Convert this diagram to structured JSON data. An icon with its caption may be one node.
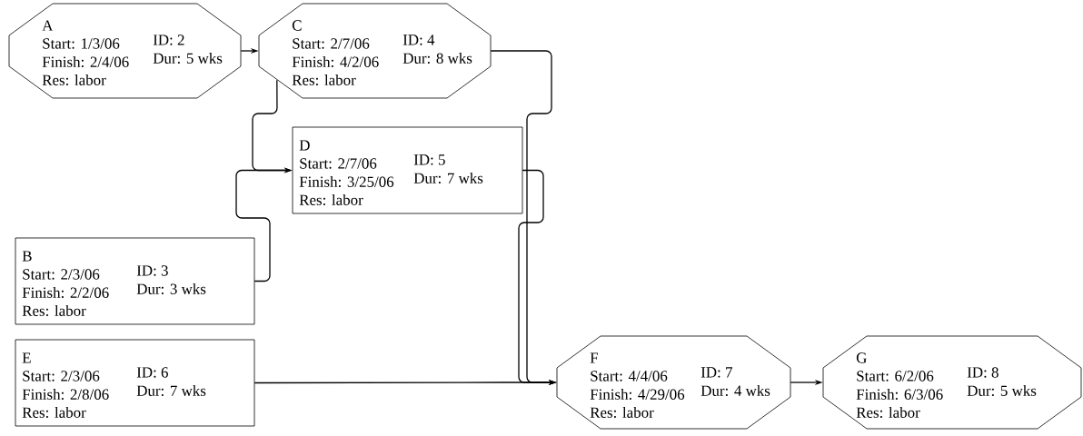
{
  "diagram": {
    "nodes": [
      {
        "text": [
          "A",
          "Start: 1/3/06",
          "Finish: 2/4/06",
          "Res: labor",
          "ID: 2",
          "Dur: 5 wks"
        ]
      },
      {
        "text": [
          "C",
          "Start: 2/7/06",
          "Finish: 4/2/06",
          "Res: labor",
          "ID: 4",
          "Dur: 8 wks"
        ]
      },
      {
        "text": [
          "D",
          "Start: 2/7/06",
          "Finish: 3/25/06",
          "Res: labor",
          "ID: 5",
          "Dur: 7 wks"
        ]
      },
      {
        "text": [
          "B",
          "Start: 2/3/06",
          "Finish: 2/2/06",
          "Res: labor",
          "ID: 3",
          "Dur: 3 wks"
        ]
      },
      {
        "text": [
          "E",
          "Start: 2/3/06",
          "Finish: 2/8/06",
          "Res: labor",
          "ID: 6",
          "Dur: 7 wks"
        ]
      },
      {
        "text": [
          "F",
          "Start: 4/4/06",
          "Finish: 4/29/06",
          "Res: labor",
          "ID: 7",
          "Dur: 4 wks"
        ]
      },
      {
        "text": [
          "G",
          "Start: 6/2/06",
          "Finish: 6/3/06",
          "Res: labor",
          "ID: 8",
          "Dur: 5 wks"
        ]
      }
    ],
    "edges": [
      {
        "from": 0,
        "to": 1,
        "arrow": "to"
      },
      {
        "from": 1,
        "to": 2,
        "arrow": "to"
      },
      {
        "from": 3,
        "to": 2,
        "arrow": "to"
      },
      {
        "from": 1,
        "to": 5,
        "arrow": "to"
      },
      {
        "from": 2,
        "to": 5,
        "arrow": "to"
      },
      {
        "from": 4,
        "to": 5,
        "arrow": "to"
      },
      {
        "from": 5,
        "to": 6,
        "arrow": "to"
      }
    ]
  }
}
